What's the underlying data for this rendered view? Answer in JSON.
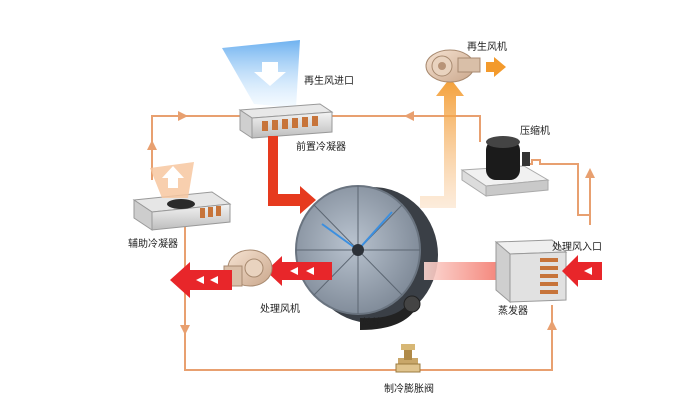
{
  "labels": {
    "regen_fan": "再生风机",
    "regen_inlet": "再生风进口",
    "pre_condenser": "前置冷凝器",
    "compressor": "压缩机",
    "aux_condenser": "辅助冷凝器",
    "process_inlet": "处理风入口",
    "process_fan": "处理风机",
    "rotor": "转轮",
    "evaporator": "蒸发器",
    "expansion_valve": "制冷膨胀阀"
  },
  "colors": {
    "refrigerant_line": "#e8a070",
    "regen_air_hot": "#e63a1e",
    "regen_air_out": "#f2a23a",
    "process_air": "#e8262a",
    "process_air_light": "#f6b8b0",
    "inlet_air": "#8fc8f0"
  }
}
